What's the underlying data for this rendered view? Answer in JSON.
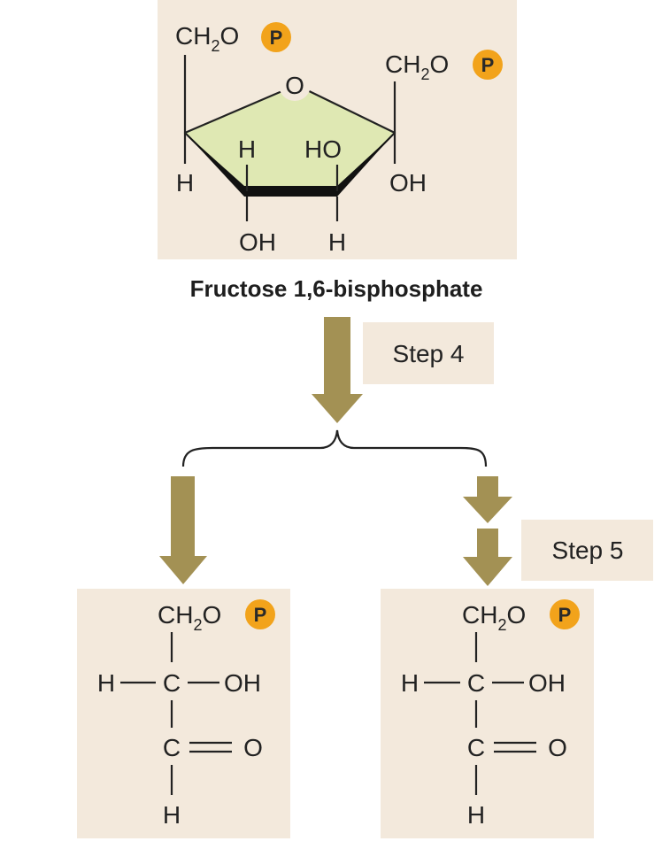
{
  "caption": "Fructose 1,6-bisphosphate",
  "steps": {
    "step4": "Step 4",
    "step5": "Step 5"
  },
  "labels": {
    "ch2o": "CH",
    "sub2": "2",
    "o": "O",
    "p": "P",
    "h": "H",
    "ho": "HO",
    "oh": "OH",
    "c": "C"
  },
  "colors": {
    "panel": "#f3e9dc",
    "ring": "#dfe8b3",
    "arrow": "#a39154",
    "phosphate": "#f2a31b"
  }
}
